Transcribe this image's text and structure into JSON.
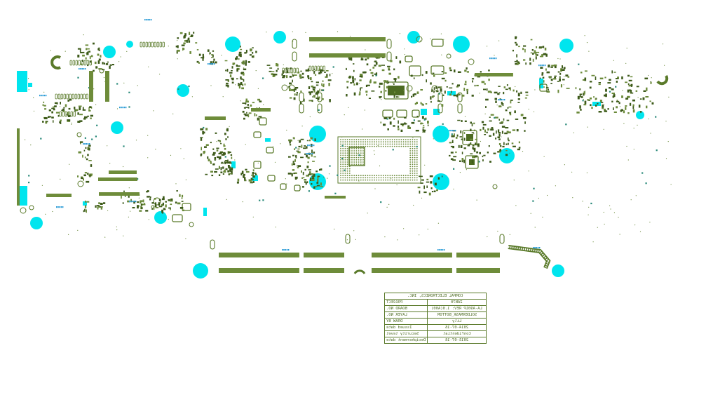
{
  "title_block": {
    "company": "COMPAL ELECTRONICS, INC.",
    "rows": [
      {
        "label": "PROJECT",
        "value": "ZAN70"
      },
      {
        "label": "BOARD NO.",
        "value": "LA-A901P REV: 1.0(A00)"
      },
      {
        "label": "LAYER NO.",
        "value": "SOLDERMASK_BOTTOM"
      },
      {
        "label": "DRAW BY",
        "value": "Lily"
      },
      {
        "label": "Issued date",
        "value": "2014-07-16"
      },
      {
        "label": "Security level",
        "value": "Confidential"
      },
      {
        "label": "Decipherment date",
        "value": "2015-07-16"
      }
    ]
  },
  "colors": {
    "trace": "#5a7a2a",
    "pad": "#6b8a3a",
    "hole": "#00e5ee",
    "label": "#2a9bd6"
  }
}
